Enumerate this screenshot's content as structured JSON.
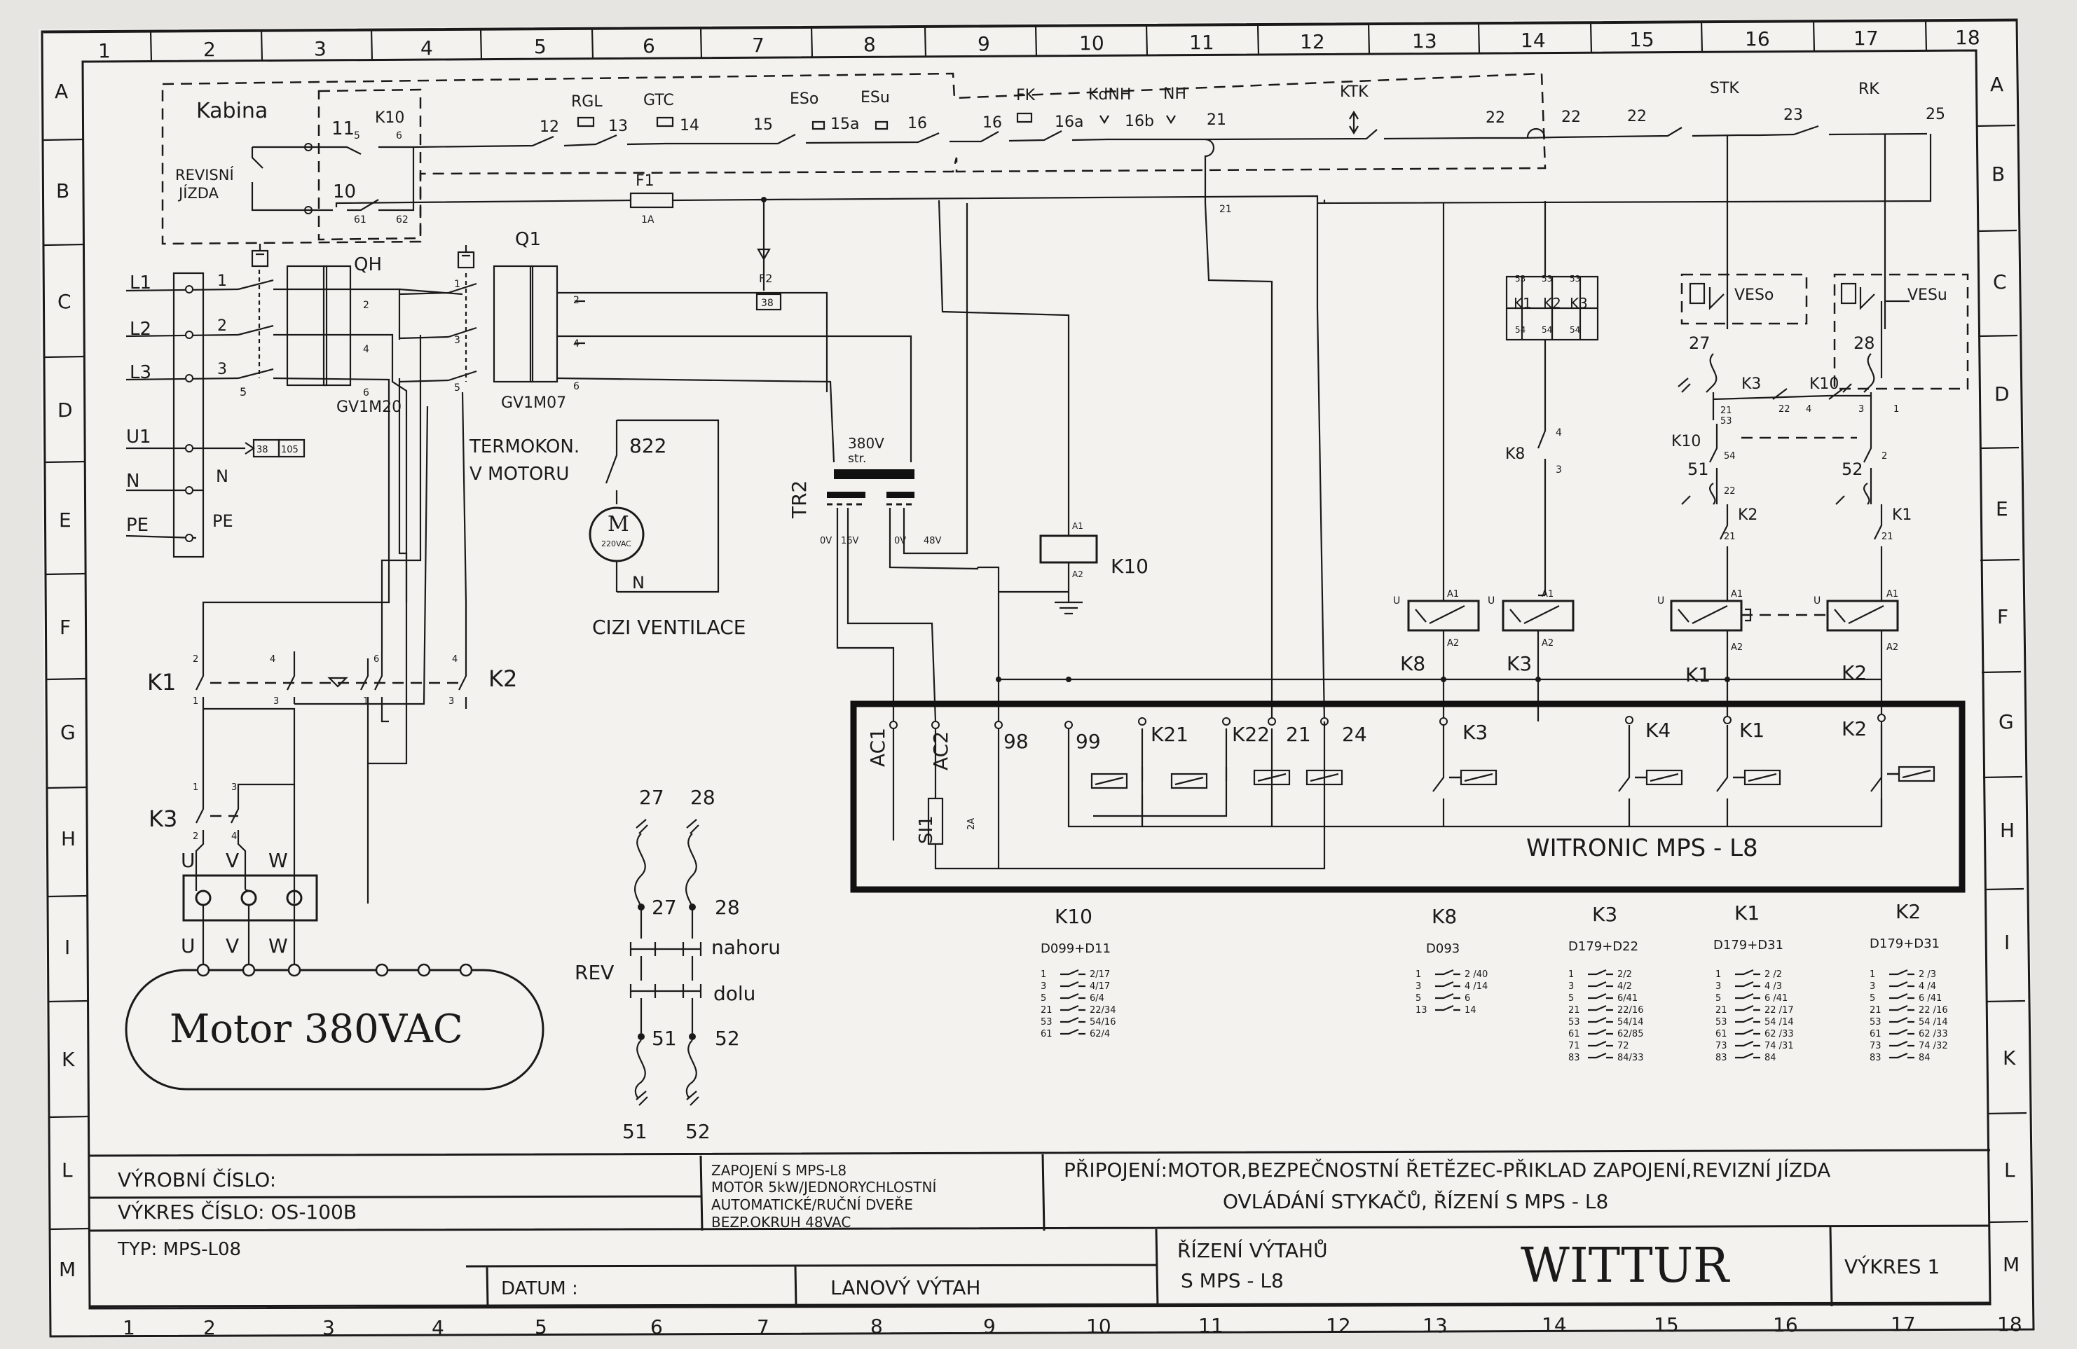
{
  "grid": {
    "columns": [
      "1",
      "2",
      "3",
      "4",
      "5",
      "6",
      "7",
      "8",
      "9",
      "10",
      "11",
      "12",
      "13",
      "14",
      "15",
      "16",
      "17",
      "18"
    ],
    "rows": [
      "A",
      "B",
      "C",
      "D",
      "E",
      "F",
      "G",
      "H",
      "I",
      "K",
      "L",
      "M"
    ]
  },
  "top_chain": {
    "cabin_label": "Kabina",
    "revision_label": [
      "REVISNÍ",
      "JÍZDA"
    ],
    "k10_label": "K10",
    "n11": "11",
    "n10": "10",
    "c5": "5",
    "c6": "6",
    "c61": "61",
    "c62": "62",
    "switches": [
      "RGL",
      "GTC",
      "ESo",
      "ESu",
      "FK",
      "KdNH",
      "NH",
      "KTK",
      "STK",
      "RK"
    ],
    "nodes": [
      "12",
      "13",
      "14",
      "15",
      "15a",
      "16",
      "16",
      "16a",
      "16b",
      "21",
      "22",
      "22",
      "22",
      "23",
      "25"
    ],
    "node21b": "21",
    "fuse_f1": "F1",
    "fuse_f1_rating": "1A",
    "f2": "F2",
    "f2_ref": "38"
  },
  "power": {
    "phases": [
      "L1",
      "L2",
      "L3"
    ],
    "term_nums": [
      "1",
      "2",
      "3",
      "5"
    ],
    "u1": "U1",
    "n": "N",
    "pe": "PE",
    "u1_refs": [
      "38",
      "105"
    ],
    "qh": "QH",
    "q1": "Q1",
    "gv1": "GV1M20",
    "gv2": "GV1M07",
    "out_nums": [
      "2",
      "4",
      "6"
    ],
    "q1_in": [
      "1",
      "3",
      "5"
    ]
  },
  "fan": {
    "termokon": [
      "TERMOKON.",
      "V MOTORU"
    ],
    "t822": "822",
    "motor_m": "M",
    "motor_v": "220VAC",
    "n": "N",
    "caption": "CIZI  VENTILACE"
  },
  "transformer": {
    "tr2": "TR2",
    "primary": [
      "380V",
      "str."
    ],
    "taps": [
      "0V",
      "16V",
      "0V",
      "48V"
    ]
  },
  "k10_coil": {
    "label": "K10",
    "a1": "A1",
    "a2": "A2"
  },
  "contactors": {
    "k1": "K1",
    "k2": "K2",
    "k3": "K3",
    "nums": [
      "2",
      "4",
      "6",
      "4",
      "1",
      "3",
      "1",
      "3",
      "2",
      "4"
    ]
  },
  "motor": {
    "terms": [
      "U",
      "V",
      "W"
    ],
    "label": "Motor 380VAC"
  },
  "rev": {
    "top": [
      "27",
      "28"
    ],
    "mid": [
      "27",
      "28"
    ],
    "rev": "REV",
    "up": "nahoru",
    "down": "dolu",
    "low": [
      "51",
      "52"
    ],
    "bottom": [
      "51",
      "52"
    ]
  },
  "safety": {
    "k1k2k3_top": [
      "53",
      "53",
      "53"
    ],
    "k1k2k3": [
      "K1",
      "K2",
      "K3"
    ],
    "k1k2k3_bot": [
      "54",
      "54",
      "54"
    ],
    "veso": "VESo",
    "vesu": "VESu",
    "n27": "27",
    "n28": "28",
    "k3": "K3",
    "k10": "K10",
    "row_d": [
      "21",
      "53",
      "22",
      "4",
      "3",
      "1"
    ],
    "k10b": "K10",
    "k8": "K8",
    "k8_nums": [
      "4",
      "3"
    ],
    "n54": "54",
    "n51": "51",
    "n52": "52",
    "n22": "22",
    "n2": "2",
    "k2": "K2",
    "k1": "K1",
    "n21a": "21",
    "n21b": "21",
    "coils": [
      "K8",
      "K3",
      "K1",
      "K2"
    ],
    "a1": "A1",
    "a2": "A2",
    "u": "U"
  },
  "mps": {
    "title": "WITRONIC    MPS  -  L8",
    "terminals": [
      "AC1",
      "AC2",
      "98",
      "99",
      "K21",
      "K22",
      "21",
      "24",
      "K3",
      "K4",
      "K1",
      "K2"
    ],
    "fuse": "SI1",
    "fuse_rating": "2A"
  },
  "tables": [
    {
      "name": "K10",
      "type": "D099+D11",
      "rows": [
        [
          "1",
          "2/17"
        ],
        [
          "3",
          "4/17"
        ],
        [
          "5",
          "6/4"
        ],
        [
          "21",
          "22/34"
        ],
        [
          "53",
          "54/16"
        ],
        [
          "61",
          "62/4"
        ]
      ]
    },
    {
      "name": "K8",
      "type": "D093",
      "rows": [
        [
          "1",
          "2  /40"
        ],
        [
          "3",
          "4  /14"
        ],
        [
          "5",
          "6"
        ],
        [
          "13",
          "14"
        ]
      ]
    },
    {
      "name": "K3",
      "type": "D179+D22",
      "rows": [
        [
          "1",
          "2/2"
        ],
        [
          "3",
          "4/2"
        ],
        [
          "5",
          "6/41"
        ],
        [
          "21",
          "22/16"
        ],
        [
          "53",
          "54/14"
        ],
        [
          "61",
          "62/85"
        ],
        [
          "71",
          "72"
        ],
        [
          "83",
          "84/33"
        ]
      ]
    },
    {
      "name": "K1",
      "type": "D179+D31",
      "rows": [
        [
          "1",
          "2  /2"
        ],
        [
          "3",
          "4  /3"
        ],
        [
          "5",
          "6  /41"
        ],
        [
          "21",
          "22 /17"
        ],
        [
          "53",
          "54 /14"
        ],
        [
          "61",
          "62 /33"
        ],
        [
          "73",
          "74 /31"
        ],
        [
          "83",
          "84"
        ]
      ]
    },
    {
      "name": "K2",
      "type": "D179+D31",
      "rows": [
        [
          "1",
          "2  /3"
        ],
        [
          "3",
          "4  /4"
        ],
        [
          "5",
          "6  /41"
        ],
        [
          "21",
          "22 /16"
        ],
        [
          "53",
          "54 /14"
        ],
        [
          "61",
          "62 /33"
        ],
        [
          "73",
          "74 /32"
        ],
        [
          "83",
          "84"
        ]
      ]
    }
  ],
  "title_block": {
    "vyrobni": "VÝROBNÍ ČÍSLO:",
    "vykres_cislo": "VÝKRES ČÍSLO: OS-100B",
    "typ": "TYP: MPS-L08",
    "datum": "DATUM :",
    "desc": [
      "ZAPOJENÍ S MPS-L8",
      "MOTOR 5kW/JEDNORYCHLOSTNÍ",
      "AUTOMATICKÉ/RUČNÍ DVEŘE",
      "BEZP.OKRUH 48VAC"
    ],
    "lanovy": "LANOVÝ VÝTAH",
    "pripojeni": "PŘIPOJENÍ:MOTOR,BEZPEČNOSTNÍ ŘETĚZEC-PŘIKLAD ZAPOJENÍ,REVIZNÍ JÍZDA",
    "ovladani": "OVLÁDÁNÍ STYKAČŮ, ŘÍZENÍ S MPS - L8",
    "rizeni": [
      "ŘÍZENÍ VÝTAHŮ",
      "S MPS  -  L8"
    ],
    "wittur": "WITTUR",
    "vykres": "VÝKRES  1"
  }
}
